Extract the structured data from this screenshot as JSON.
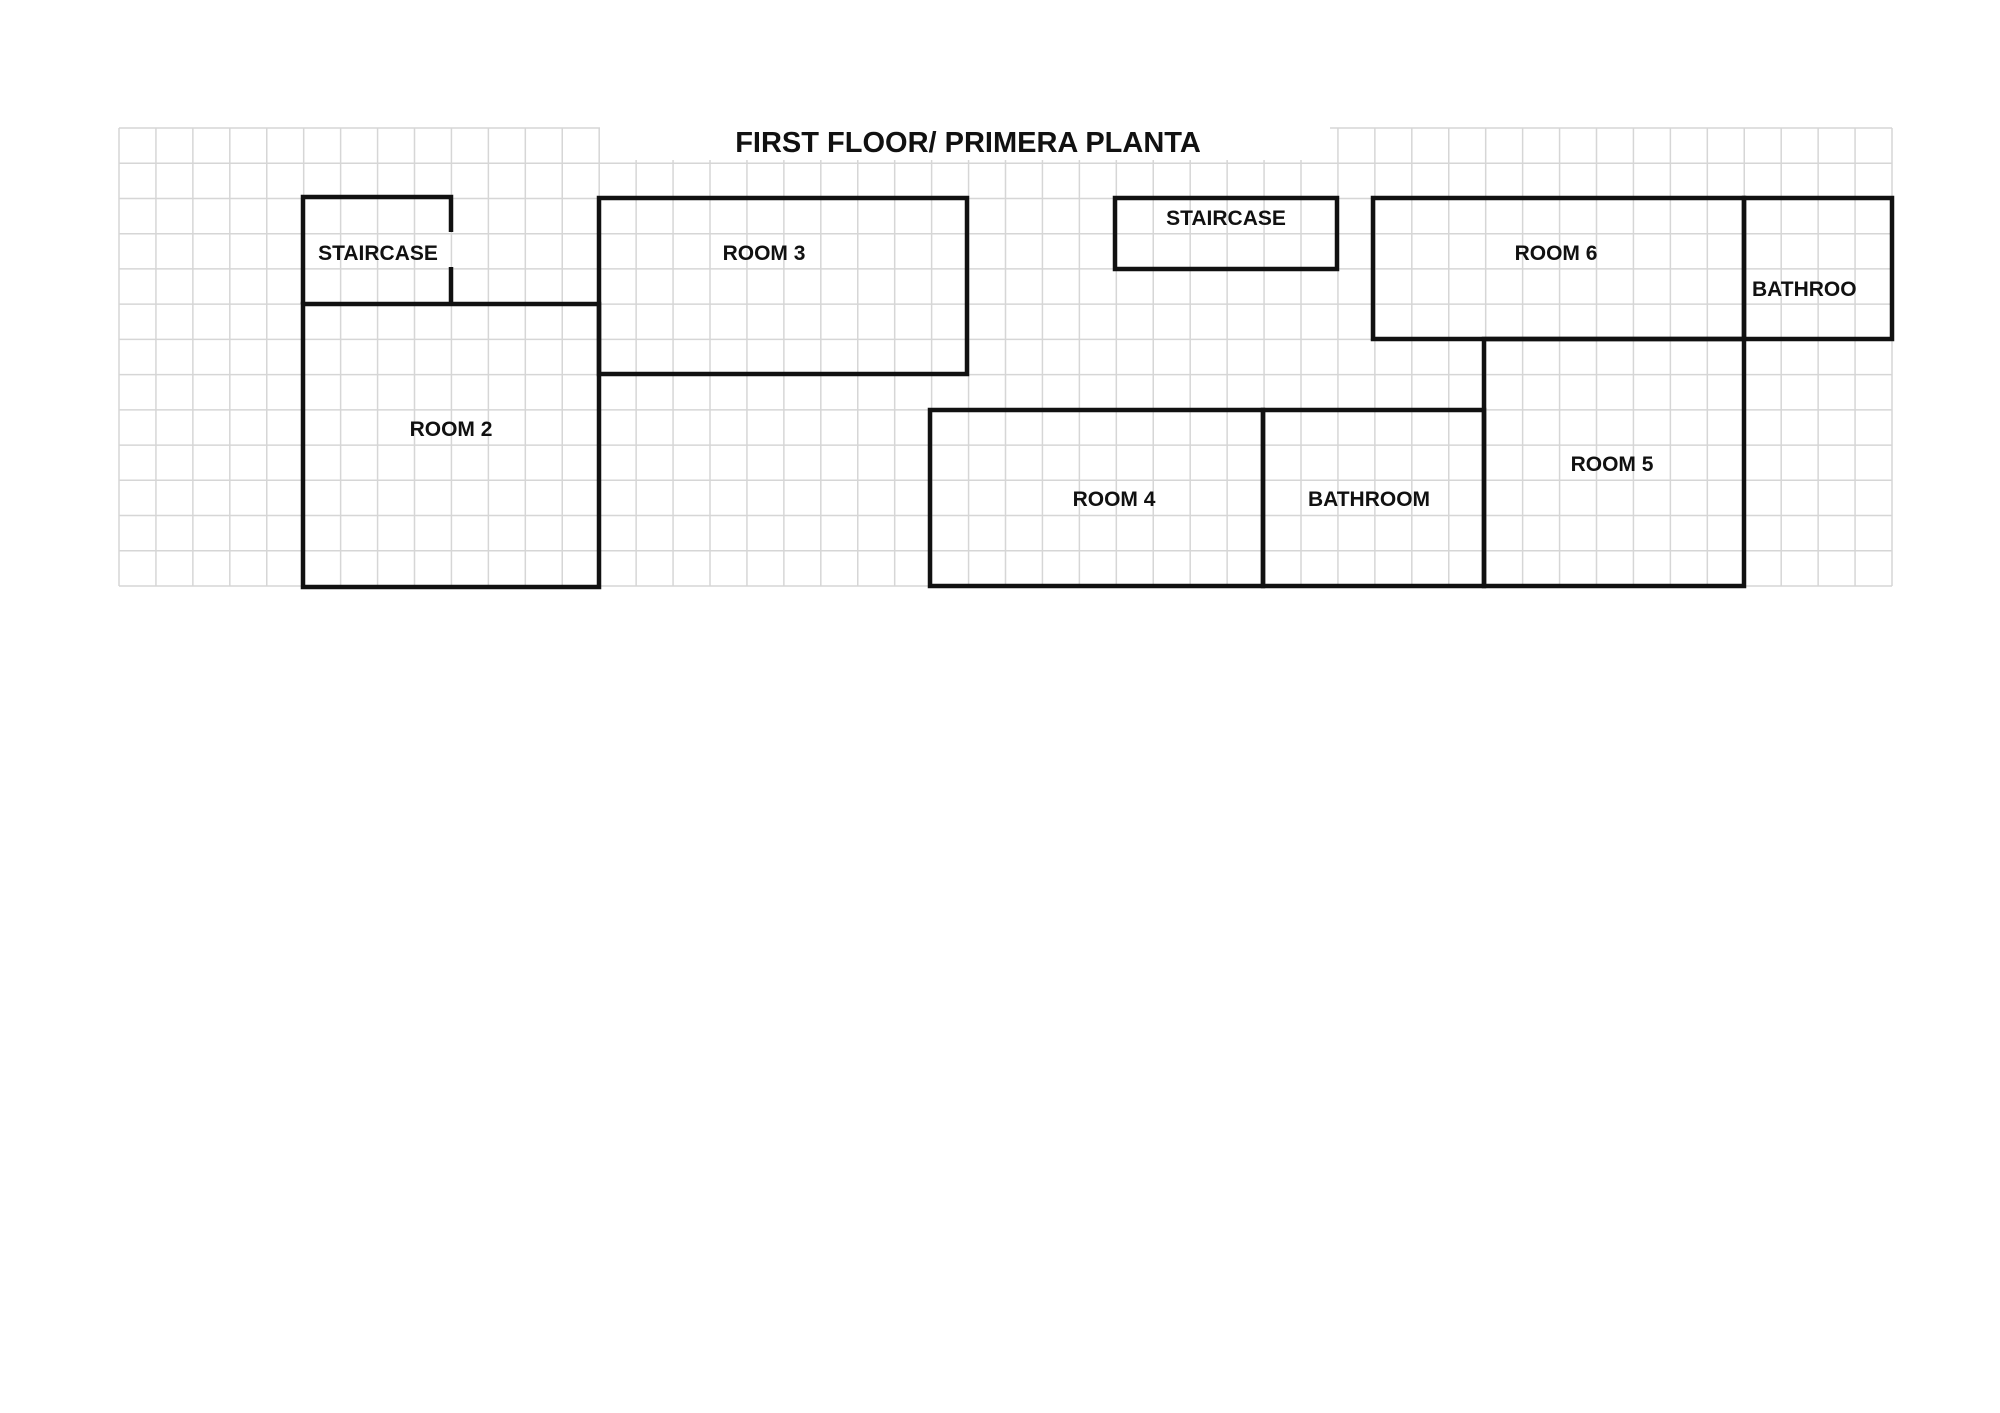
{
  "title": "FIRST FLOOR/ PRIMERA PLANTA",
  "rooms": {
    "staircase_left": "STAIRCASE",
    "room_2": "ROOM 2",
    "room_3": "ROOM 3",
    "staircase_center": "STAIRCASE",
    "room_6": "ROOM 6",
    "bathroom_right": "BATHROO",
    "room_4": "ROOM 4",
    "bathroom_center": "BATHROOM",
    "room_5": "ROOM 5"
  },
  "colors": {
    "wall": "#111111",
    "grid": "#d6d6d6",
    "background": "#ffffff"
  }
}
